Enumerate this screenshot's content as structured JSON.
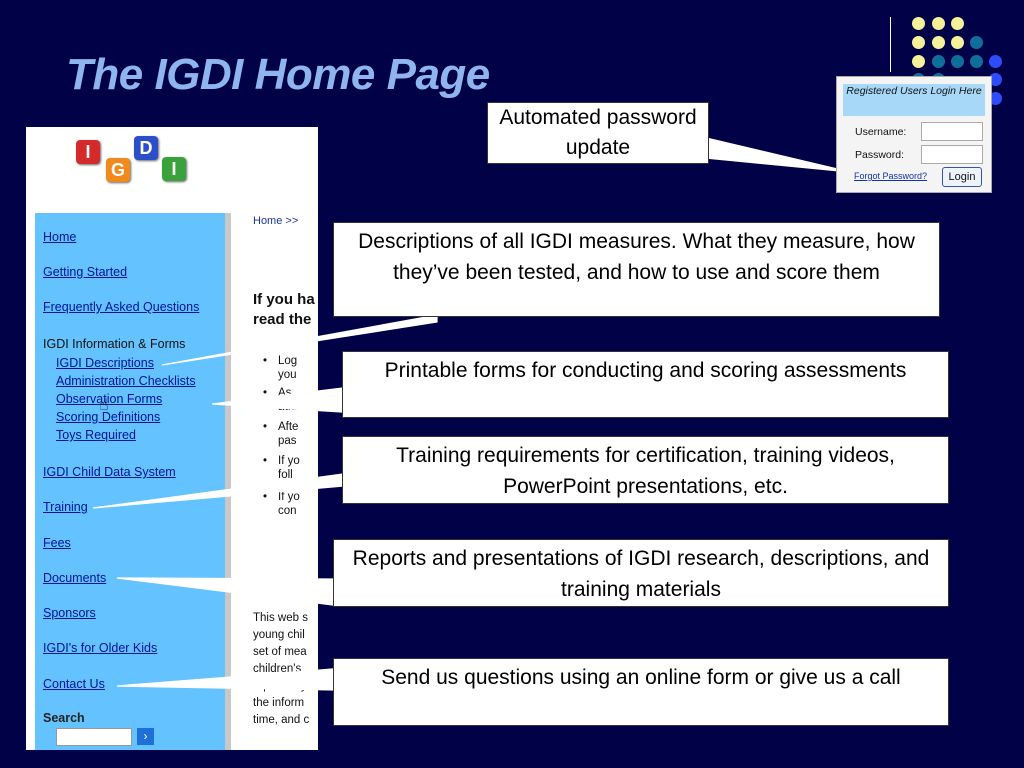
{
  "slide": {
    "title": "The IGDI Home Page"
  },
  "website": {
    "logo_letters": [
      "I",
      "G",
      "D",
      "I"
    ],
    "nav": {
      "home": "Home",
      "getting_started": "Getting Started",
      "faq": "Frequently Asked Questions",
      "info_forms_heading": "IGDI Information & Forms",
      "igdi_descriptions": "IGDI Descriptions",
      "admin_checklists": "Administration Checklists",
      "observation_forms": "Observation Forms",
      "scoring_definitions": "Scoring Definitions",
      "toys_required": "Toys Required",
      "child_data_system": "IGDI Child Data System",
      "training": "Training",
      "fees": "Fees",
      "documents": "Documents",
      "sponsors": "Sponsors",
      "older_kids": "IGDI's for Older Kids",
      "contact_us": "Contact Us",
      "search_label": "Search",
      "search_go": "›"
    },
    "content": {
      "breadcrumb": "Home >>",
      "heading_line1": "If you ha",
      "heading_line2": "read the",
      "bullets": [
        {
          "line1": "Log",
          "line2": "you"
        },
        {
          "line1": "As",
          "line2": "add"
        },
        {
          "line1": "Afte",
          "line2": "pas"
        },
        {
          "line1": "If yo",
          "line2": "foll"
        },
        {
          "line1": "If yo",
          "line2": "con"
        }
      ],
      "paragraph": [
        "This web s",
        "young chil",
        "set of mea",
        "children's",
        "repeatedly",
        "the inform",
        "time, and c"
      ]
    }
  },
  "login_box": {
    "heading": "Registered Users Login Here",
    "username_label": "Username:",
    "password_label": "Password:",
    "forgot_link": "Forgot Password?",
    "login_button": "Login"
  },
  "callouts": {
    "password_update": "Automated password update",
    "descriptions": "Descriptions of all IGDI measures. What they measure, how they’ve been tested, and how to use and score them",
    "printable_forms": "Printable forms for conducting and scoring assessments",
    "training": "Training requirements for certification, training videos, PowerPoint presentations, etc.",
    "reports": "Reports and presentations of IGDI research, descriptions, and training materials",
    "contact": "Send us questions using an online form or give us a call"
  },
  "colors": {
    "background": "#010147",
    "title": "#8fb5ee",
    "sidebar": "#64c3ff",
    "link": "#00129a"
  }
}
